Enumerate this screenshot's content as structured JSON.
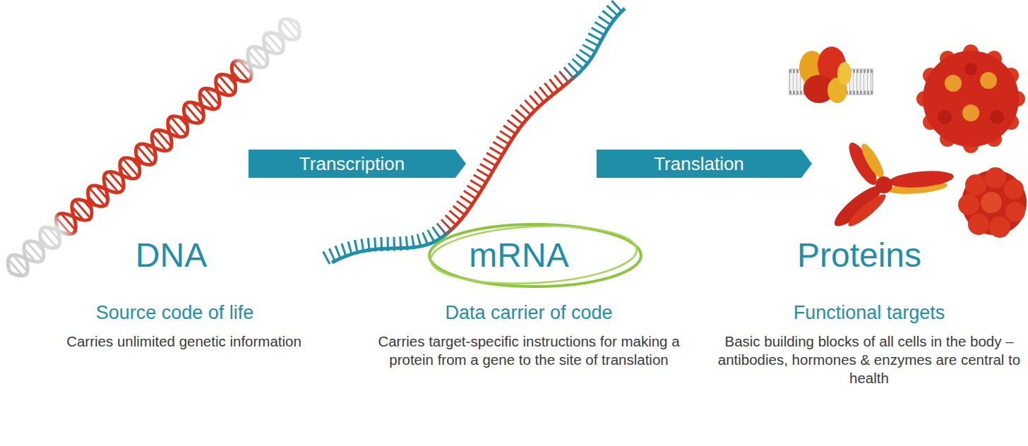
{
  "diagram": {
    "nodes": [
      {
        "text": [
          "DNA",
          "Source code of life",
          "Carries unlimited genetic information"
        ]
      },
      {
        "text": [
          "mRNA",
          "Data carrier of code",
          "Carries target-specific instructions for making a protein from a gene to the site of translation"
        ]
      },
      {
        "text": [
          "Proteins",
          "Functional targets",
          "Basic building blocks of all cells in the body – antibodies, hormones & enzymes are central to health"
        ]
      }
    ],
    "edges": [
      {
        "from": 0,
        "to": 1,
        "arrow": "to",
        "label": "Transcription"
      },
      {
        "from": 1,
        "to": 2,
        "arrow": "to",
        "label": "Translation"
      }
    ]
  }
}
